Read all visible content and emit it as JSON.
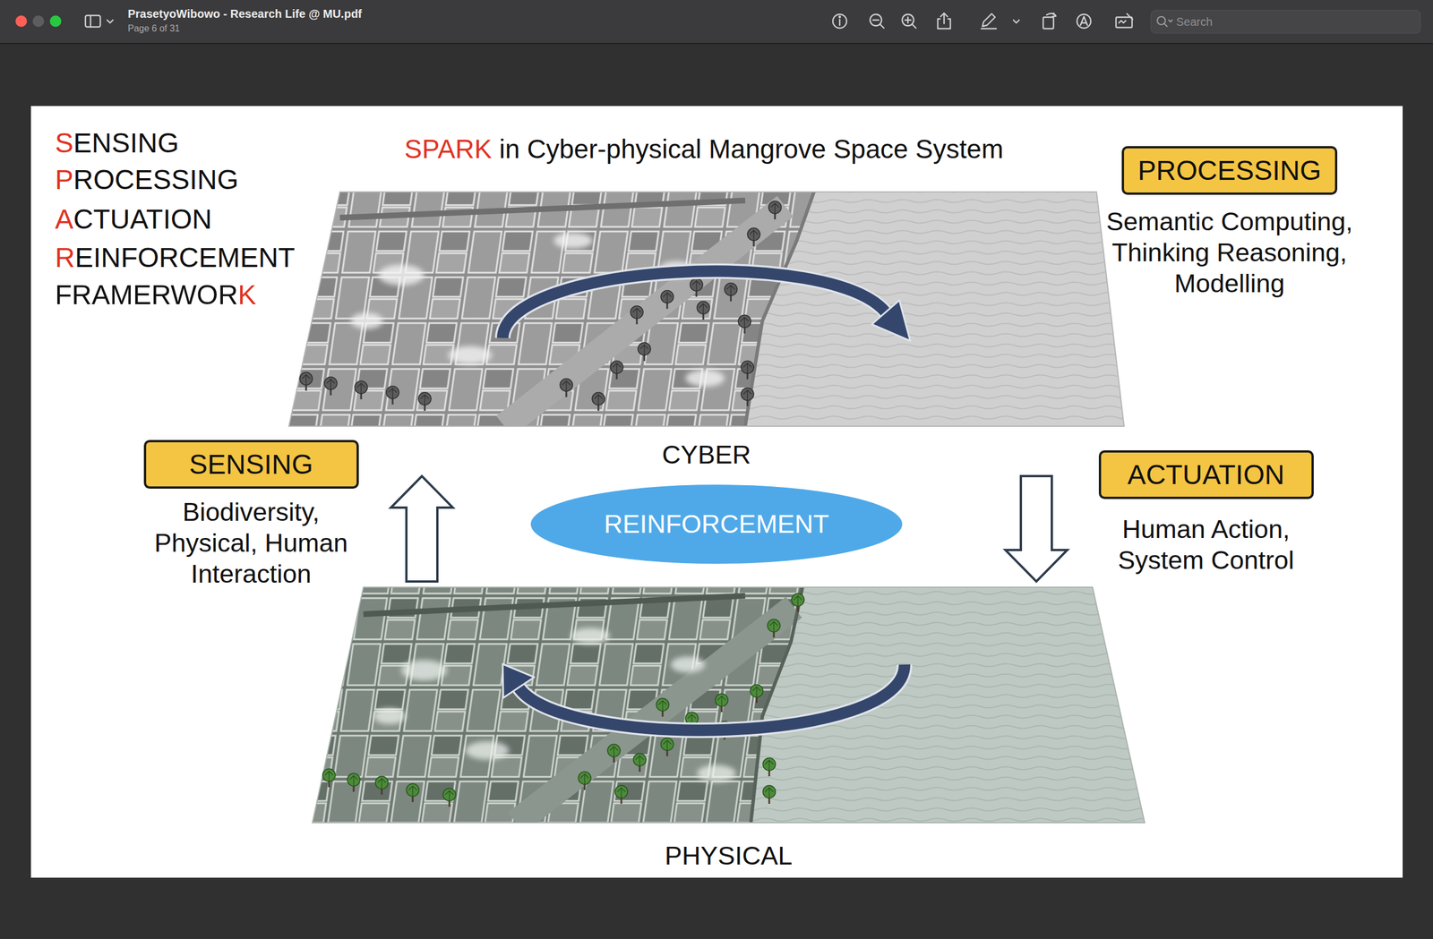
{
  "diagram": {
    "title": "in Cyber-physical Mangrove Space System",
    "nodes": [
      {
        "text": [
          "PROCESSING",
          "Semantic Computing, Thinking Reasoning, Modelling"
        ]
      },
      {
        "text": [
          "CYBER"
        ]
      },
      {
        "text": [
          "SENSING",
          "Biodiversity, Physical, Human Interaction"
        ]
      },
      {
        "text": [
          "ACTUATION",
          "Human Action, System Control"
        ]
      },
      {
        "text": [
          "REINFORCEMENT"
        ]
      },
      {
        "text": [
          "PHYSICAL"
        ]
      }
    ],
    "edges": [
      {
        "from": 5,
        "to": 1,
        "arrow": "to"
      },
      {
        "from": 1,
        "to": 5,
        "arrow": "to"
      }
    ],
    "labels": [
      "PrasetyoWibowo - Research Life @ MU.pdf",
      "Page 6 of 31",
      "Search",
      "SPARK",
      "SENSING",
      "PROCESSING",
      "ACTUATION",
      "REINFORCEMENT",
      "FRAMERWORK"
    ]
  }
}
